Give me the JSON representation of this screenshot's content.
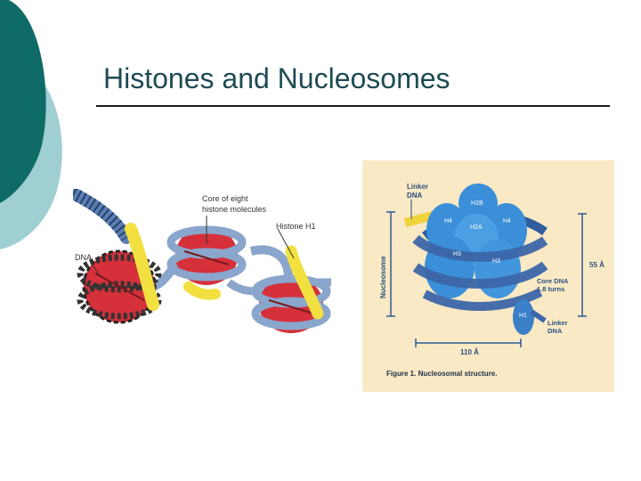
{
  "slide": {
    "title": "Histones and Nucleosomes"
  },
  "left_figure": {
    "labels": {
      "core": "Core of eight\nhistone molecules",
      "histone_h1": "Histone H1",
      "dna": "DNA"
    }
  },
  "right_figure": {
    "labels": {
      "linker_dna_top": "Linker\nDNA",
      "nucleosome": "Nucleosome",
      "h2b": "H2B",
      "h4_left": "H4",
      "h4_right": "H4",
      "h2a": "H2A",
      "h3_left": "H3",
      "h3_right": "H3",
      "h1": "H1",
      "dim_55": "55 Å",
      "core_dna": "Core DNA\n1.8 turns",
      "linker_dna_bottom": "Linker\nDNA",
      "dim_110": "110 Å",
      "caption": "Figure 1.  Nucleosomal structure."
    }
  },
  "colors": {
    "teal_dark": "#0f6b66",
    "teal_light": "#9fcfd3",
    "panel_bg": "#f9e9c4",
    "histone_blue": "#3a8fd8",
    "dna_blue": "#3c66a8",
    "linker_yellow": "#f0d23c",
    "core_red": "#d6303a",
    "h1_yellow": "#f2e040"
  }
}
